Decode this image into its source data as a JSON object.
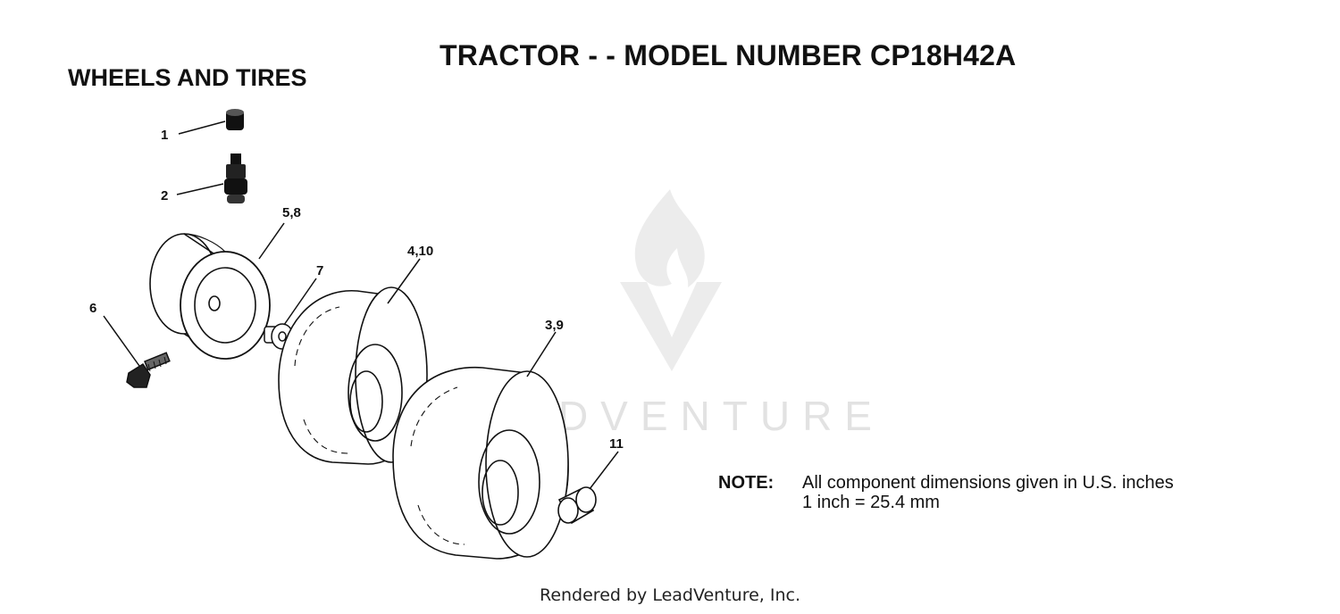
{
  "header": {
    "title": "TRACTOR - - MODEL NUMBER CP18H42A",
    "section": "WHEELS AND TIRES"
  },
  "callouts": [
    {
      "id": "c1",
      "label": "1",
      "part": "valve-cap"
    },
    {
      "id": "c2",
      "label": "2",
      "part": "valve-stem"
    },
    {
      "id": "c3",
      "label": "3,9",
      "part": "rear-tire"
    },
    {
      "id": "c4",
      "label": "4,10",
      "part": "front-tire"
    },
    {
      "id": "c5",
      "label": "5,8",
      "part": "wheel-rim"
    },
    {
      "id": "c6",
      "label": "6",
      "part": "bolt"
    },
    {
      "id": "c7",
      "label": "7",
      "part": "washer-bushing"
    },
    {
      "id": "c11",
      "label": "11",
      "part": "bearing"
    }
  ],
  "note": {
    "label": "NOTE:",
    "line1": "All component dimensions given in U.S. inches",
    "line2": "1 inch = 25.4 mm"
  },
  "watermark": {
    "text": "LEADVENTURE"
  },
  "footer": {
    "text": "Rendered by LeadVenture, Inc."
  }
}
